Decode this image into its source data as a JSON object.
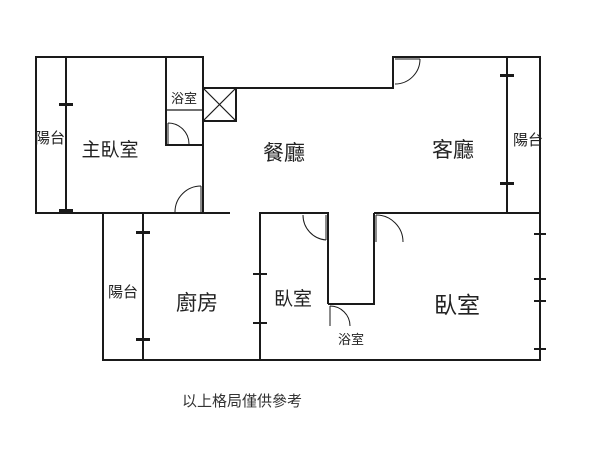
{
  "rooms": {
    "master_bedroom": "主臥室",
    "master_balcony": "陽台",
    "master_bath": "浴室",
    "dining": "餐廳",
    "living": "客廳",
    "living_balcony": "陽台",
    "kitchen_balcony": "陽台",
    "kitchen": "廚房",
    "bedroom_small": "臥室",
    "bath_small": "浴室",
    "bedroom_large": "臥室"
  },
  "caption": "以上格局僅供參考"
}
